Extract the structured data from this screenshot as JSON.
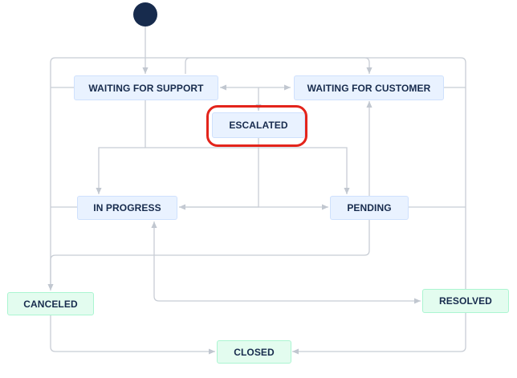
{
  "workflow": {
    "statuses": {
      "waiting_for_support": "WAITING FOR SUPPORT",
      "waiting_for_customer": "WAITING FOR CUSTOMER",
      "escalated": "ESCALATED",
      "in_progress": "IN PROGRESS",
      "pending": "PENDING",
      "canceled": "CANCELED",
      "resolved": "RESOLVED",
      "closed": "CLOSED"
    },
    "selected_status": "ESCALATED"
  },
  "colors": {
    "todo_fill": "#e9f2ff",
    "done_fill": "#e3fcef",
    "edge": "#c1c7d0",
    "start": "#172b4d",
    "highlight": "#e3241b",
    "text": "#172b4d"
  }
}
